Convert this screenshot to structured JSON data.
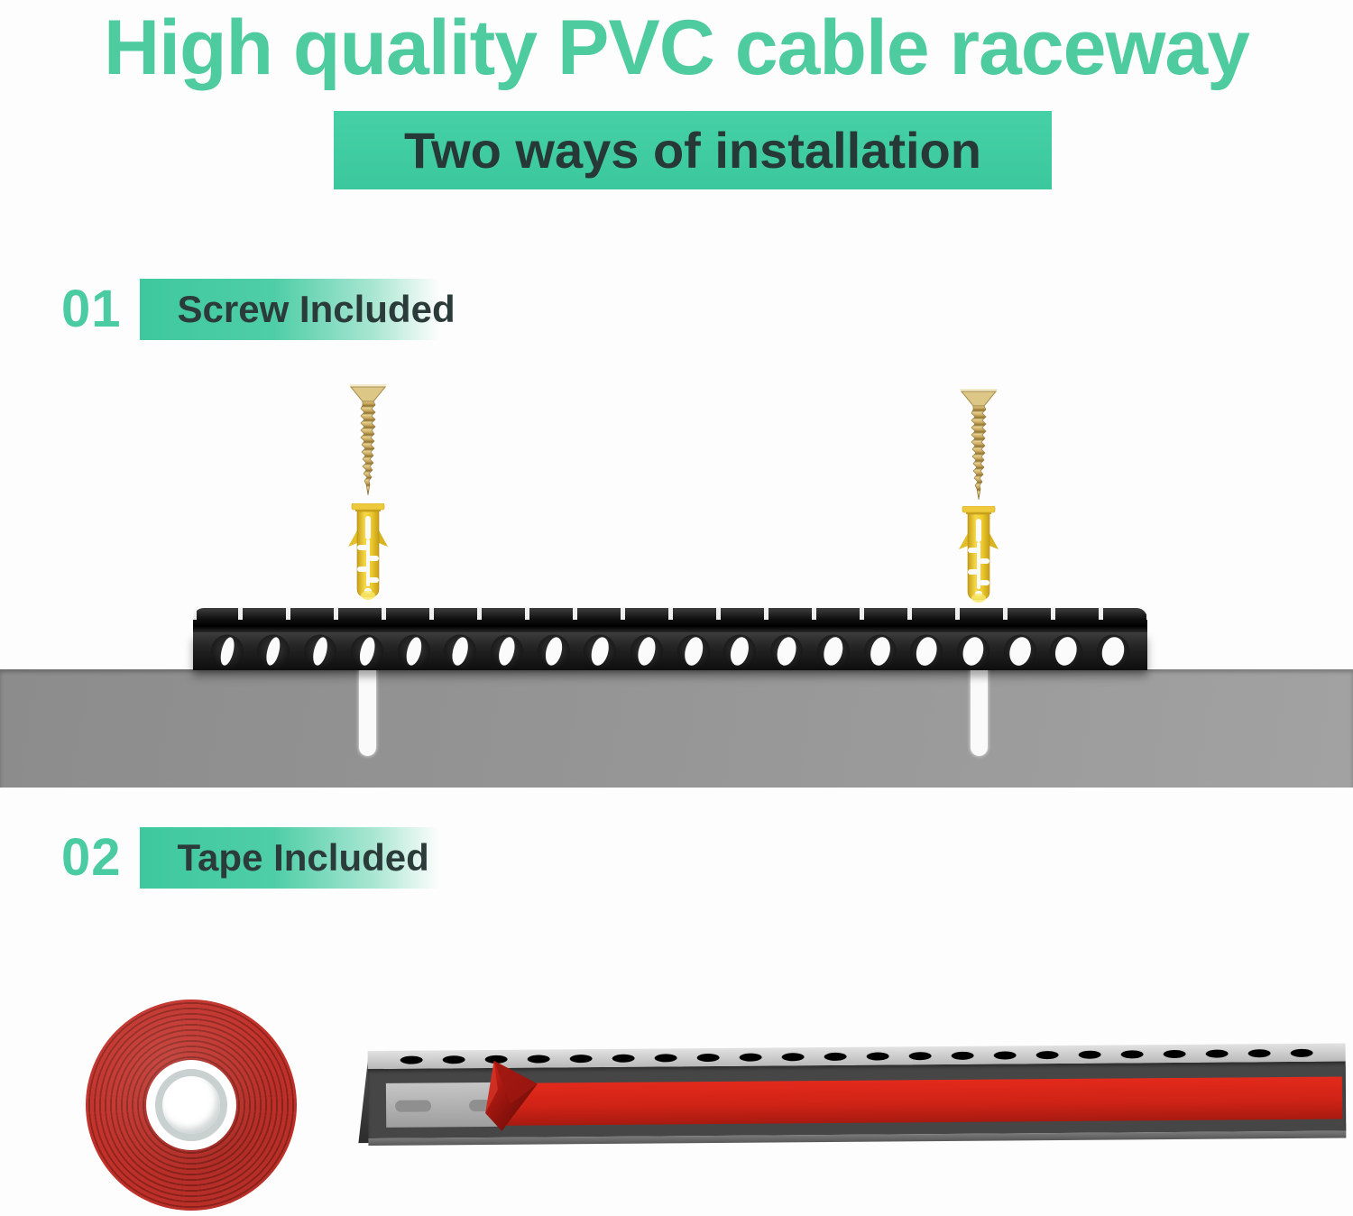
{
  "page": {
    "title": "High quality PVC cable raceway",
    "subtitle": "Two ways of installation"
  },
  "sections": [
    {
      "number": "01",
      "label": "Screw Included"
    },
    {
      "number": "02",
      "label": "Tape Included"
    }
  ],
  "illustrations": {
    "screw_mount": {
      "screws": 2,
      "wall_anchors": 2,
      "raceway_hole_count": 20,
      "wall_drill_holes": 2
    },
    "tape_mount": {
      "tape_rolls": 1,
      "raceway_back_hole_count": 22
    }
  },
  "colors": {
    "accent_teal": "#40CDA2",
    "title_teal": "#4FCBA0",
    "dark_text": "#2B3B39",
    "wall_gray": "#979797",
    "raceway_black": "#1C1C1C",
    "tape_red": "#D1271C",
    "screw_gold": "#C9A85C",
    "anchor_yellow": "#EFCB2F"
  }
}
